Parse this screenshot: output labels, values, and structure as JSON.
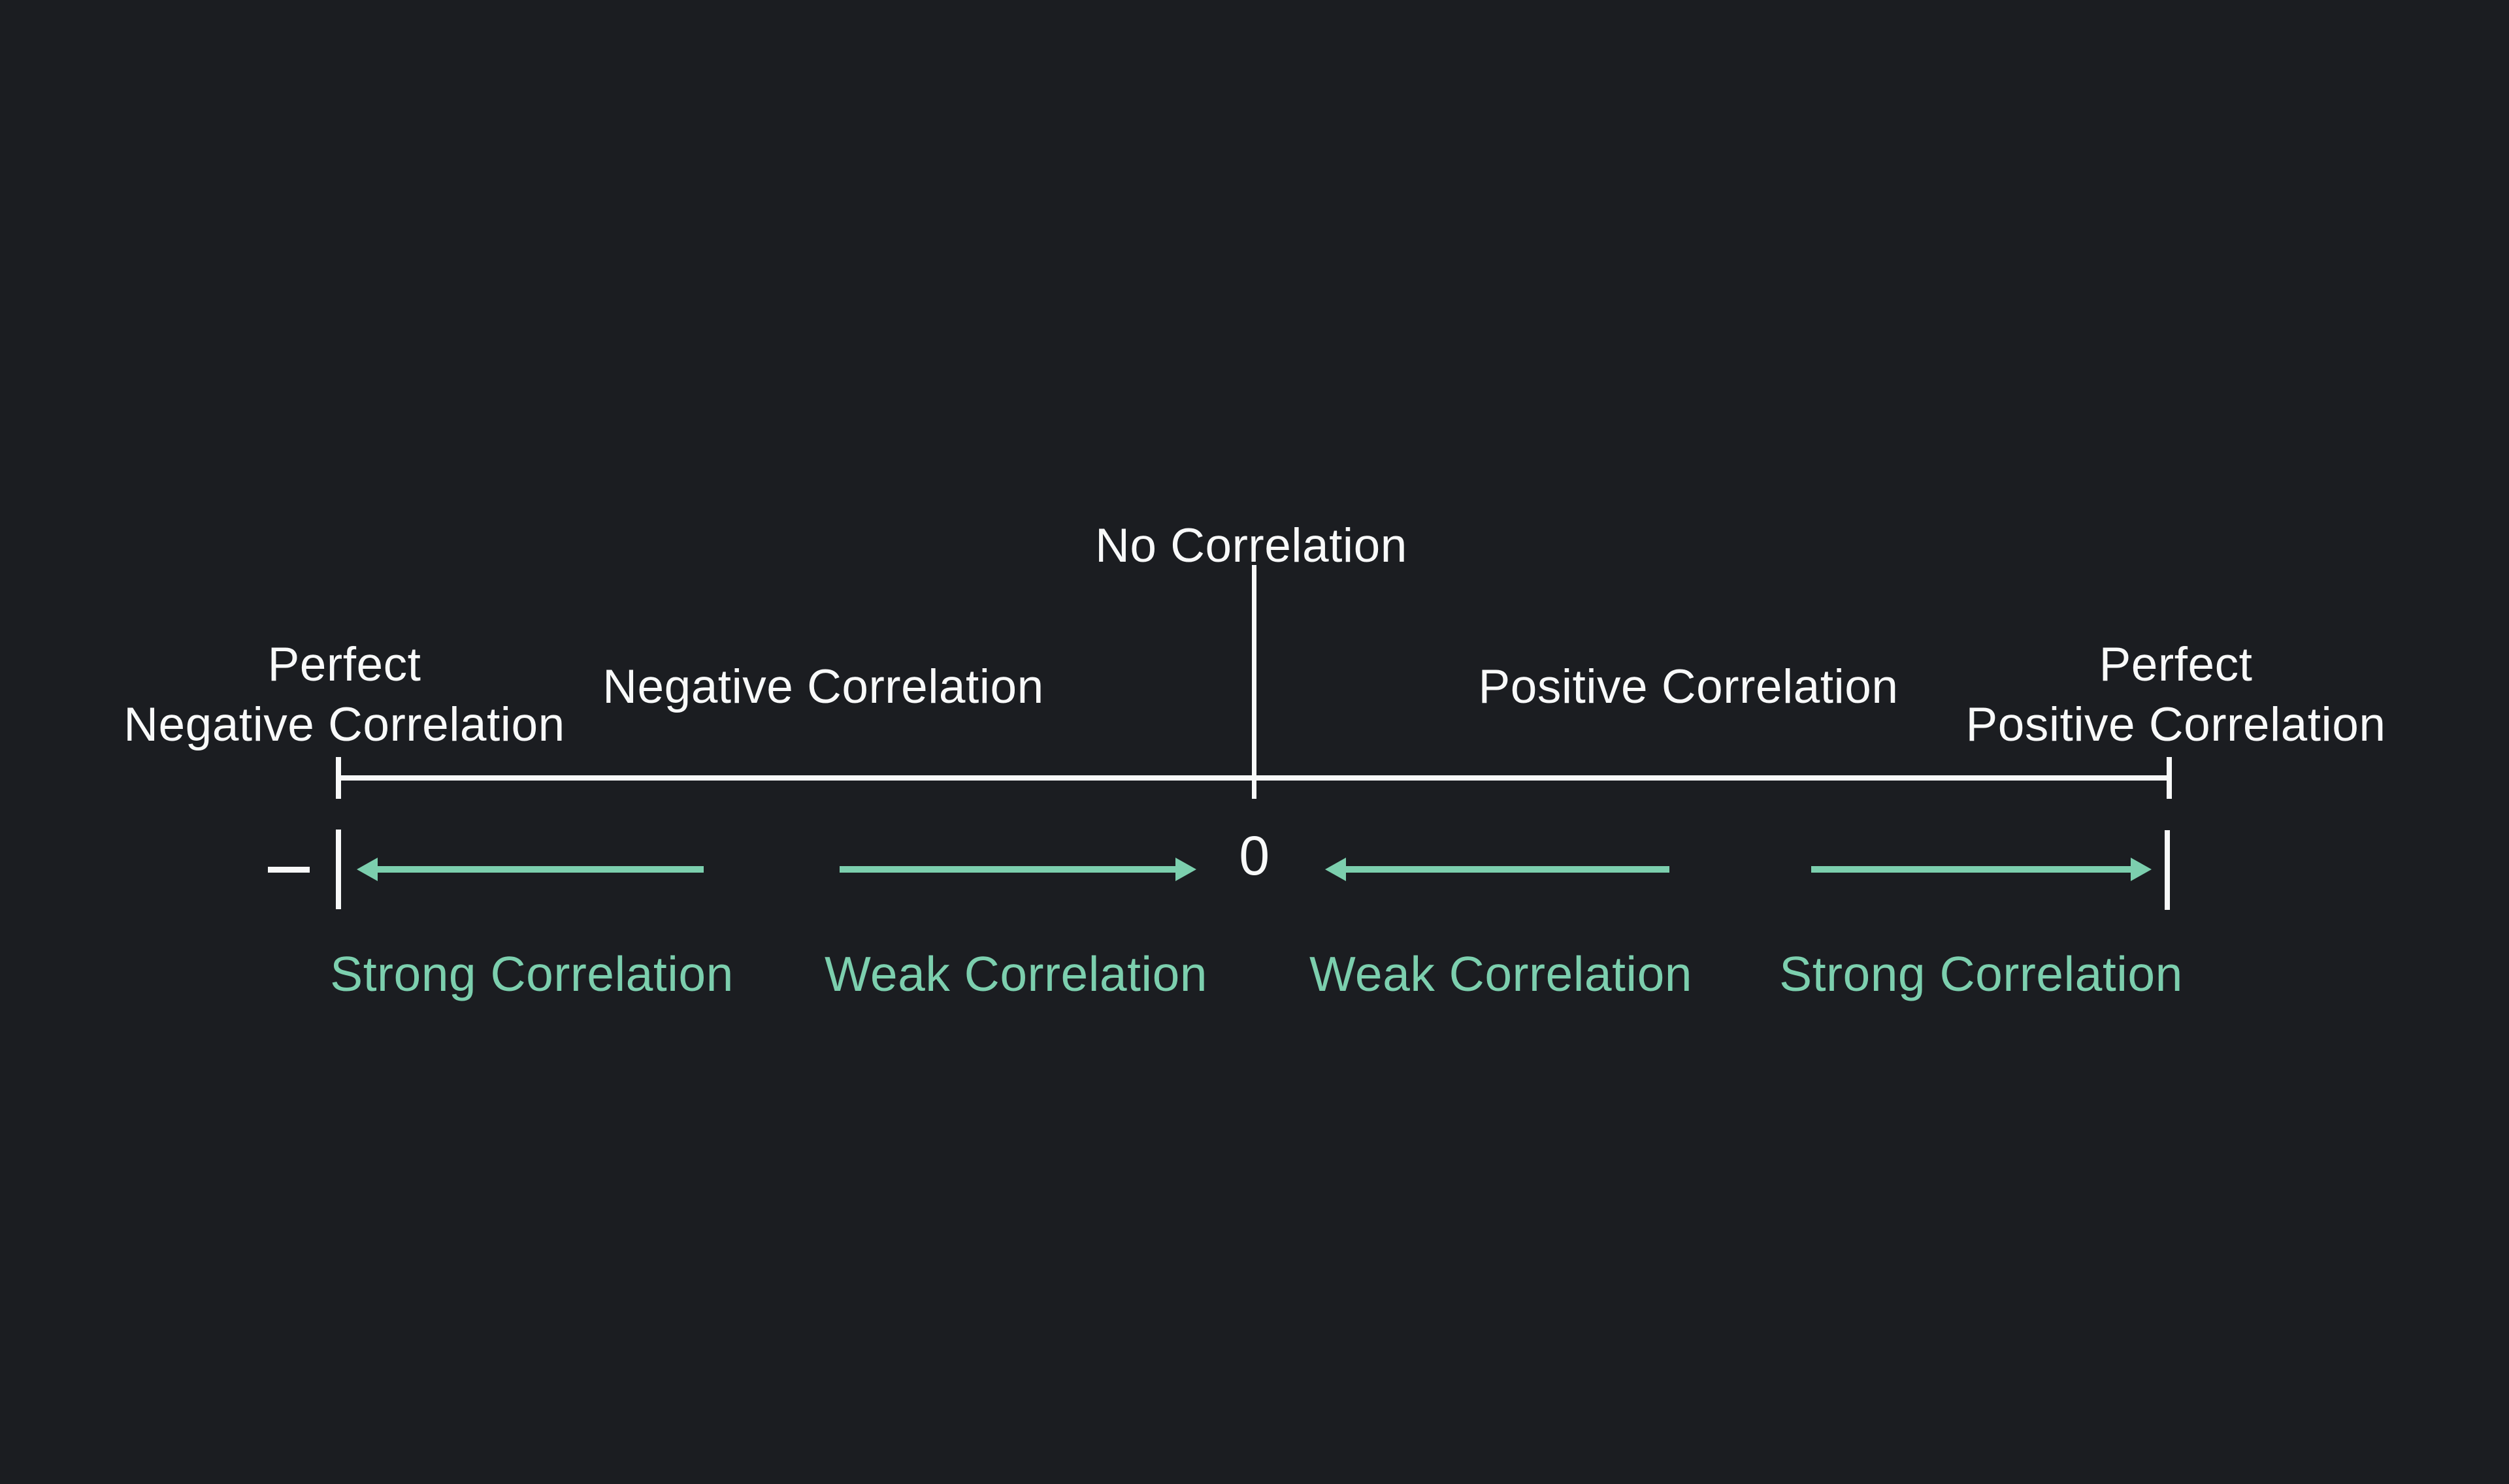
{
  "diagram": {
    "title_labels": {
      "no_correlation": "No Correlation",
      "perfect_negative_line1": "Perfect",
      "perfect_negative_line2": "Negative Correlation",
      "negative": "Negative Correlation",
      "positive": "Positive Correlation",
      "perfect_positive_line1": "Perfect",
      "perfect_positive_line2": "Positive Correlation"
    },
    "axis": {
      "zero": "0",
      "minus_sign": "−"
    },
    "strength_labels": {
      "strong_negative": "Strong Correlation",
      "weak_negative": "Weak Correlation",
      "weak_positive": "Weak Correlation",
      "strong_positive": "Strong Correlation"
    },
    "colors": {
      "background": "#1b1d21",
      "foreground": "#f8f9f9",
      "accent_teal": "#7ccfae"
    }
  }
}
